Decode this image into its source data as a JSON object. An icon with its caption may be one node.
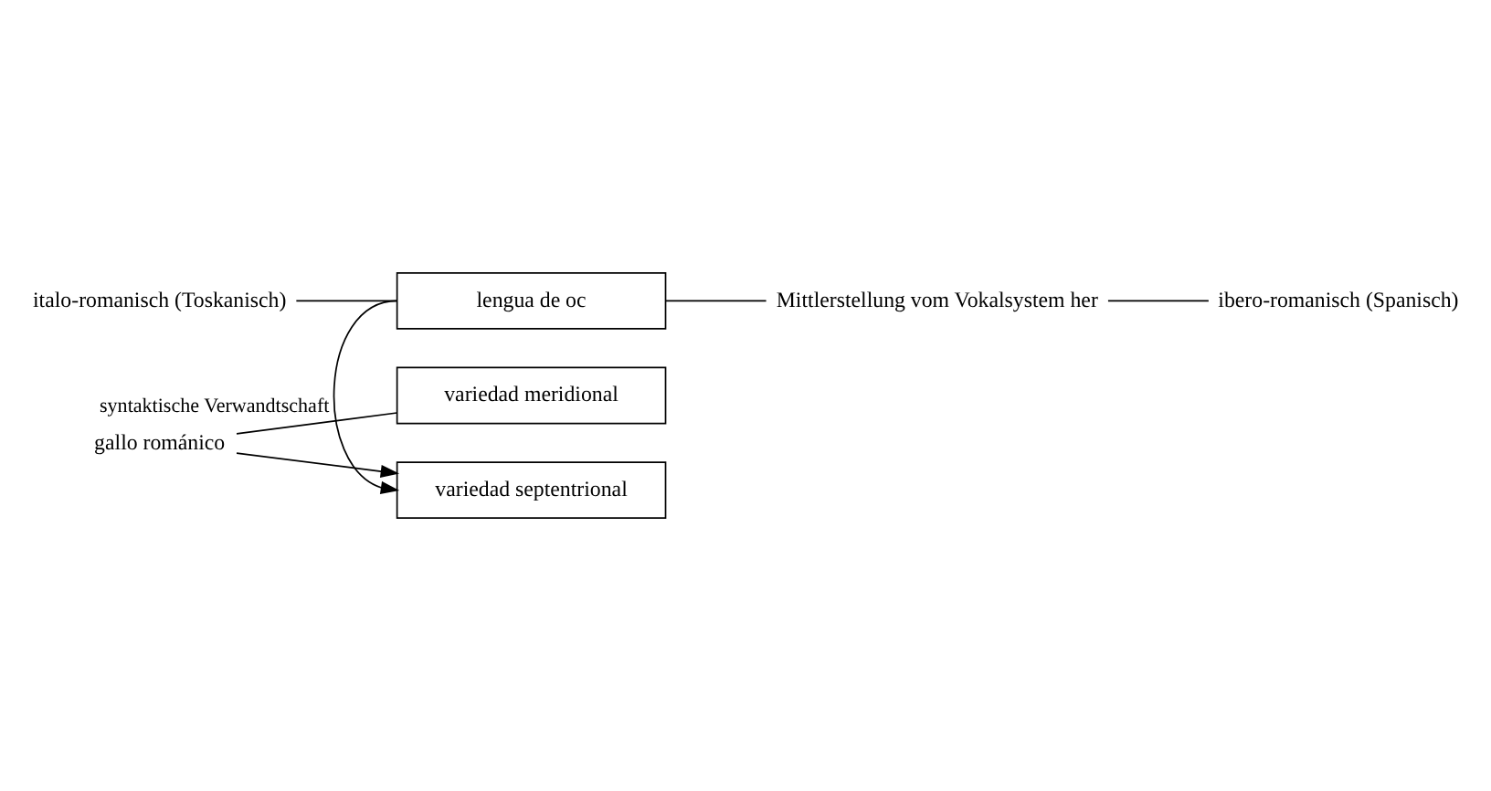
{
  "diagram": {
    "nodes": [
      {
        "text": [
          "gallo románico"
        ]
      },
      {
        "text": [
          "variedad septentrional"
        ]
      },
      {
        "text": [
          "variedad meridional"
        ]
      },
      {
        "text": [
          "lengua de oc"
        ]
      },
      {
        "text": [
          "Mittlerstellung vom Vokalsystem her"
        ]
      },
      {
        "text": [
          "italo-romanisch (Toskanisch)"
        ]
      },
      {
        "text": [
          "ibero-romanisch (Spanisch)"
        ]
      }
    ],
    "edges": [
      {
        "from": 0,
        "to": 1,
        "arrow": "to"
      },
      {
        "from": 0,
        "to": 2,
        "arrow": "none"
      },
      {
        "from": 3,
        "to": 1,
        "arrow": "to",
        "label": "syntaktische Verwandtschaft"
      },
      {
        "from": 5,
        "to": 3,
        "arrow": "none"
      },
      {
        "from": 3,
        "to": 4,
        "arrow": "none"
      },
      {
        "from": 4,
        "to": 6,
        "arrow": "none"
      }
    ]
  }
}
